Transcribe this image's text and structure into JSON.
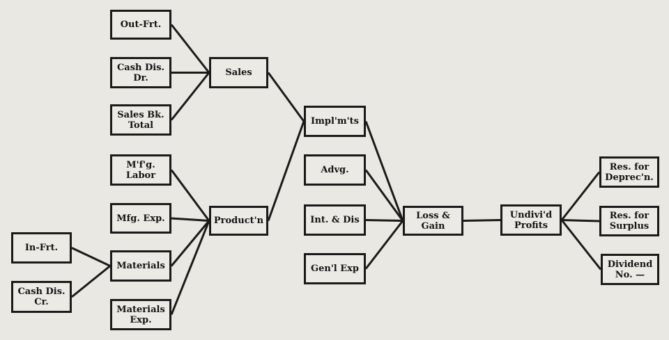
{
  "nodes": [
    {
      "id": "outfrt",
      "label": "Out-Frt."
    },
    {
      "id": "cashdr",
      "label": "Cash Dis.\nDr."
    },
    {
      "id": "salesbk",
      "label": "Sales Bk.\nTotal"
    },
    {
      "id": "sales",
      "label": "Sales"
    },
    {
      "id": "implmts",
      "label": "Impl'm'ts"
    },
    {
      "id": "labor",
      "label": "M'f'g.\nLabor"
    },
    {
      "id": "mfgexp",
      "label": "Mfg. Exp."
    },
    {
      "id": "production",
      "label": "Product'n"
    },
    {
      "id": "materials",
      "label": "Materials"
    },
    {
      "id": "matexp",
      "label": "Materials\nExp."
    },
    {
      "id": "infrt",
      "label": "In-Frt."
    },
    {
      "id": "cashcr",
      "label": "Cash Dis.\nCr."
    },
    {
      "id": "advg",
      "label": "Advg."
    },
    {
      "id": "intdis",
      "label": "Int. & Dis"
    },
    {
      "id": "genl",
      "label": "Gen'l Exp"
    },
    {
      "id": "lossgain",
      "label": "Loss &\nGain"
    },
    {
      "id": "undivided",
      "label": "Undivi'd\nProfits"
    },
    {
      "id": "resdep",
      "label": "Res. for\nDeprec'n."
    },
    {
      "id": "ressur",
      "label": "Res. for\nSurplus"
    },
    {
      "id": "dividend",
      "label": "Dividend\nNo. —"
    }
  ],
  "edges": [
    [
      "outfrt",
      "sales"
    ],
    [
      "cashdr",
      "sales"
    ],
    [
      "salesbk",
      "sales"
    ],
    [
      "sales",
      "implmts"
    ],
    [
      "production",
      "implmts"
    ],
    [
      "labor",
      "production"
    ],
    [
      "mfgexp",
      "production"
    ],
    [
      "materials",
      "production"
    ],
    [
      "matexp",
      "production"
    ],
    [
      "infrt",
      "materials"
    ],
    [
      "cashcr",
      "materials"
    ],
    [
      "implmts",
      "lossgain"
    ],
    [
      "advg",
      "lossgain"
    ],
    [
      "intdis",
      "lossgain"
    ],
    [
      "genl",
      "lossgain"
    ],
    [
      "lossgain",
      "undivided"
    ],
    [
      "undivided",
      "resdep"
    ],
    [
      "undivided",
      "ressur"
    ],
    [
      "undivided",
      "dividend"
    ]
  ]
}
